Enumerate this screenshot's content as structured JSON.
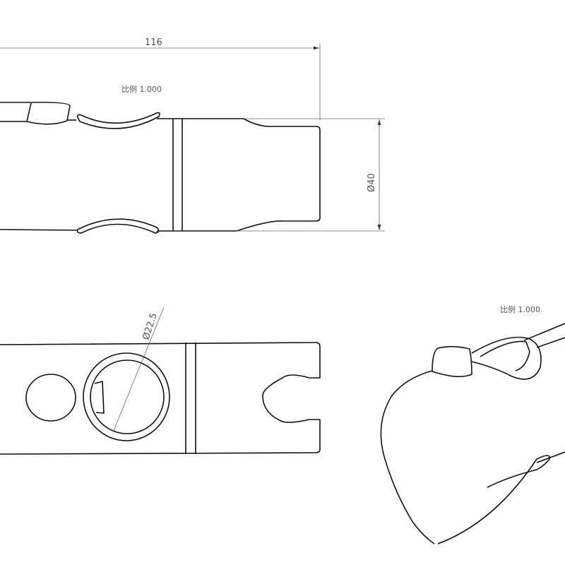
{
  "drawing": {
    "front_view": {
      "length_dimension": "116",
      "diameter_dimension": "Ø40",
      "scale_label": "比例 1.000"
    },
    "top_view": {
      "hole_diameter_dimension": "Ø22.5"
    },
    "isometric_view": {
      "scale_label": "比例 1.000"
    }
  }
}
